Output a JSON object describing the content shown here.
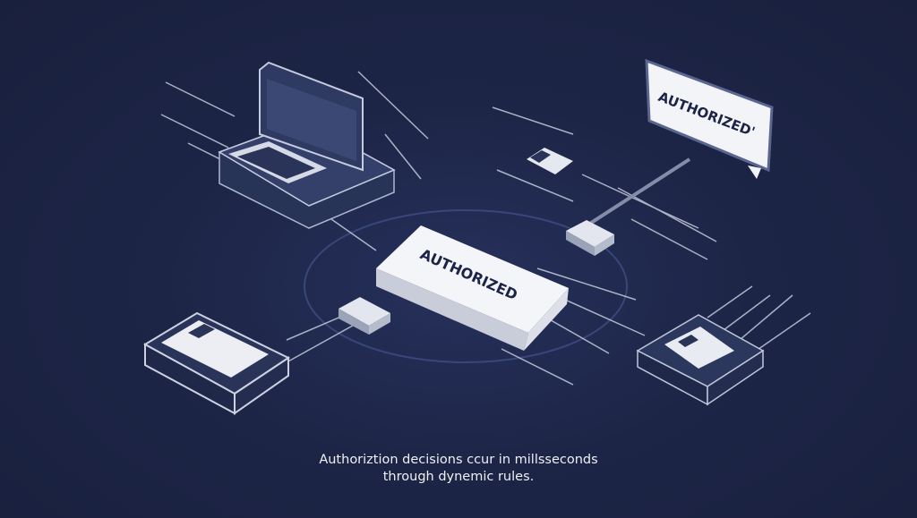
{
  "center_card": {
    "label": "AUTHORIZED"
  },
  "sign": {
    "label": "AUTHORIZED'"
  },
  "caption": {
    "line1": "Authoriztion decisions ccur in millsseconds",
    "line2": "through dynemic rules."
  },
  "colors": {
    "background": "#1c2444",
    "card": "#f4f5f9",
    "accent": "#3b4a7c"
  }
}
